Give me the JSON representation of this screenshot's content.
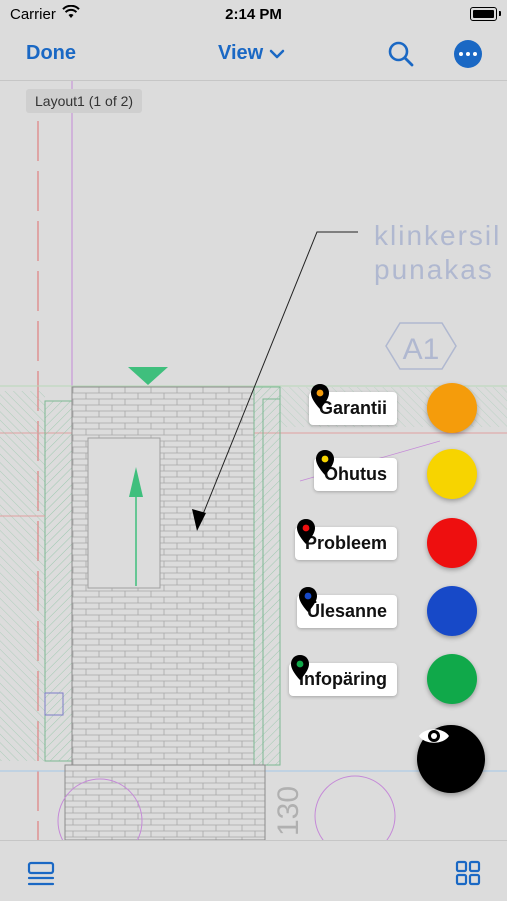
{
  "status_bar": {
    "carrier": "Carrier",
    "time": "2:14 PM"
  },
  "nav": {
    "done_label": "Done",
    "view_label": "View"
  },
  "drawing": {
    "layout_badge": "Layout1 (1 of 2)",
    "annotation_line1": "klinkersil",
    "annotation_line2": "punakas",
    "hex_label": "A1",
    "dim_label": "130"
  },
  "fab_menu": {
    "items": [
      {
        "label": "Garantii",
        "color": "#f59c0b"
      },
      {
        "label": "Ohutus",
        "color": "#f7d400"
      },
      {
        "label": "Probleem",
        "color": "#ee0f0f"
      },
      {
        "label": "Ülesanne",
        "color": "#1749c8"
      },
      {
        "label": "Infopäring",
        "color": "#10a94a"
      }
    ],
    "eye_color": "#000000"
  },
  "colors": {
    "accent": "#1a68c4"
  }
}
